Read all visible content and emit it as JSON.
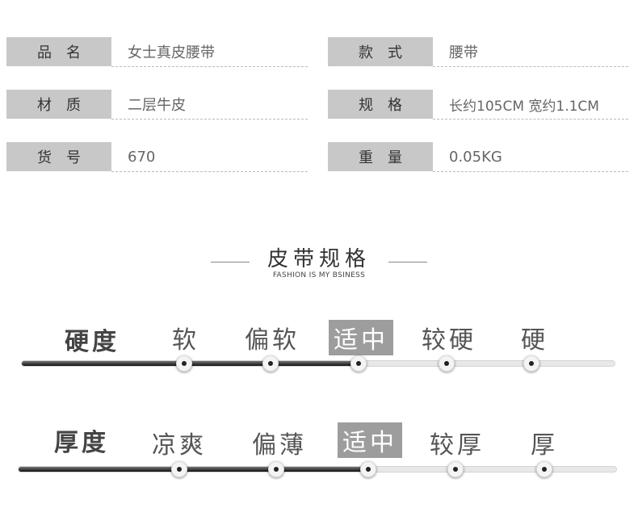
{
  "specs": [
    {
      "label": "品　名",
      "value": "女士真皮腰带"
    },
    {
      "label": "款　式",
      "value": "腰带"
    },
    {
      "label": "材　质",
      "value": "二层牛皮"
    },
    {
      "label": "规　格",
      "value": "长约105CM 宽约1.1CM"
    },
    {
      "label": "货　号",
      "value": "670"
    },
    {
      "label": "重　量",
      "value": "0.05KG"
    }
  ],
  "section": {
    "title": "皮带规格",
    "subtitle": "FASHION IS MY BSINESS"
  },
  "scales": [
    {
      "title": "硬度",
      "options": [
        "软",
        "偏软",
        "适中",
        "较硬",
        "硬"
      ],
      "selected_index": 2
    },
    {
      "title": "厚度",
      "options": [
        "凉爽",
        "偏薄",
        "适中",
        "较厚",
        "厚"
      ],
      "selected_index": 2
    }
  ],
  "colors": {
    "label_bg": "#c8c8c8",
    "selected_bg": "#9d9d9d",
    "fill_dark": "#111111"
  }
}
